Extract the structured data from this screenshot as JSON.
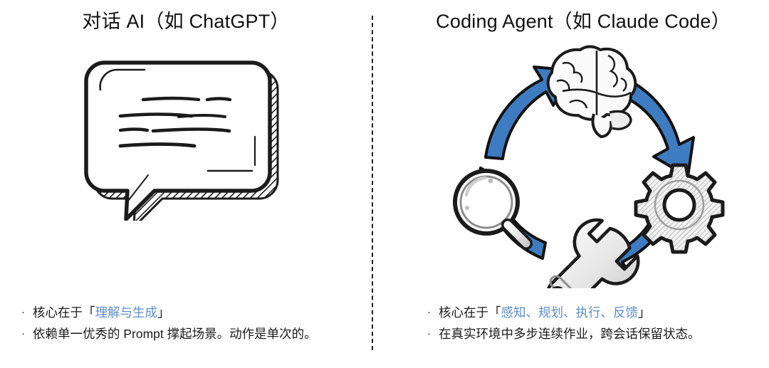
{
  "page": {
    "background_color": "#ffffff",
    "divider": "vertical-dashed-line"
  },
  "colors": {
    "accent_blue": "#3d7cc0",
    "highlight_text_blue": "#5b8ec9",
    "ink": "#1b1b1b",
    "gray_fill": "#e9e9e9"
  },
  "left": {
    "title": "对话 AI（如 ChatGPT）",
    "illustration": {
      "name": "speech-bubble-sketch",
      "description": "hand drawn speech bubble with text lines and hatched shadow"
    },
    "bullets": [
      {
        "marker": "·",
        "prefix": "核心在于「",
        "highlight": "理解与生成",
        "suffix": "」"
      },
      {
        "marker": "·",
        "prefix": "依赖单一优秀的 Prompt 撑起场景。动作是单次的。",
        "highlight": "",
        "suffix": ""
      }
    ]
  },
  "right": {
    "title": "Coding Agent（如 Claude Code）",
    "illustration": {
      "name": "agent-loop-cycle",
      "description": "clockwise loop of four icons joined by blue curved arrows",
      "nodes": [
        {
          "position": "top",
          "icon": "brain-icon"
        },
        {
          "position": "right",
          "icon": "gear-icon"
        },
        {
          "position": "bottom",
          "icon": "wrench-icon"
        },
        {
          "position": "left",
          "icon": "magnifier-icon"
        }
      ],
      "arrows": [
        {
          "from": "brain",
          "to": "gear",
          "icon": "curved-arrow-icon"
        },
        {
          "from": "gear",
          "to": "wrench",
          "icon": "curved-arrow-icon"
        },
        {
          "from": "wrench",
          "to": "magnifier",
          "icon": "curved-arrow-icon"
        },
        {
          "from": "magnifier",
          "to": "brain",
          "icon": "curved-arrow-icon"
        }
      ]
    },
    "bullets": [
      {
        "marker": "·",
        "prefix": "核心在于「",
        "highlight": "感知、规划、执行、反馈",
        "suffix": "」"
      },
      {
        "marker": "·",
        "prefix": "在真实环境中多步连续作业，跨会话保留状态。",
        "highlight": "",
        "suffix": ""
      }
    ]
  }
}
